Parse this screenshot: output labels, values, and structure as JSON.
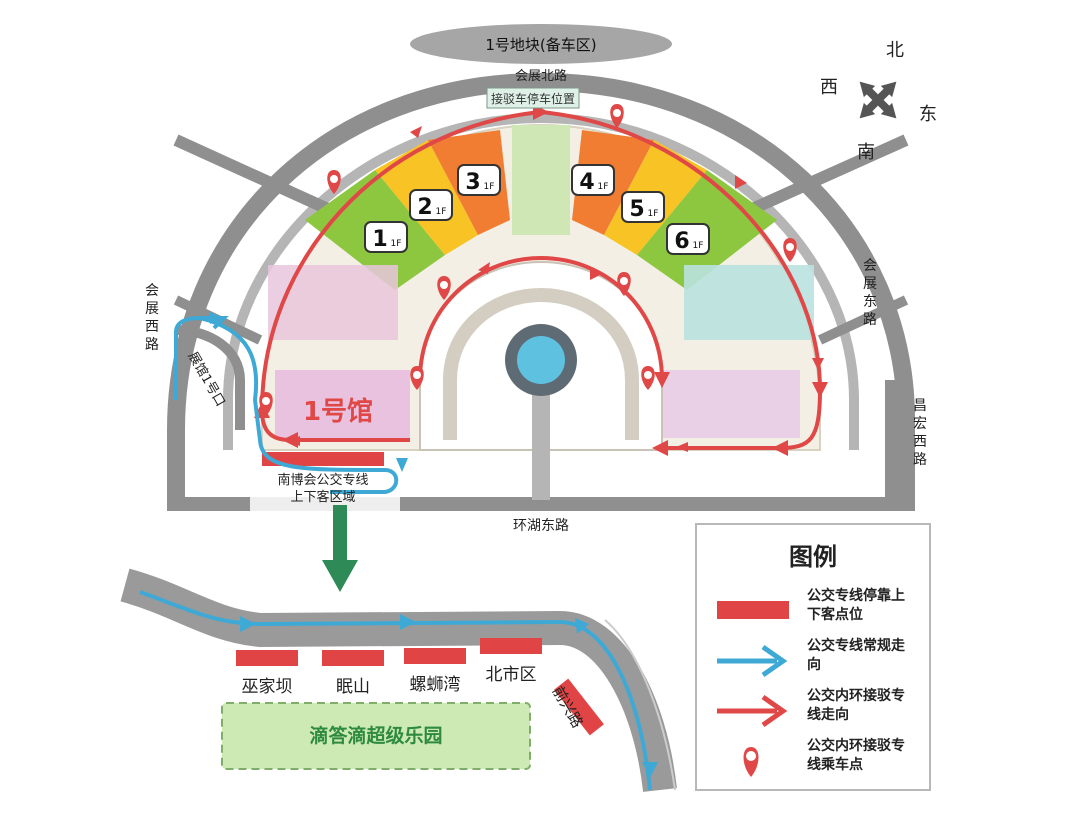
{
  "labels": {
    "parking_block": "1号地块(备车区)",
    "road_north": "会展北路",
    "shuttle_parking": "接驳车停车位置",
    "road_west_chars": [
      "会",
      "展",
      "西",
      "路"
    ],
    "road_east_chars": [
      "会",
      "展",
      "东",
      "路"
    ],
    "road_changhong_chars": [
      "昌",
      "宏",
      "西",
      "路"
    ],
    "road_south": "环湖东路",
    "gate": "展馆1号口",
    "hall_main": "1号馆",
    "bus_zone_line1": "南博会公交专线",
    "bus_zone_line2": "上下客区域",
    "road_qianxing": "前兴路",
    "park": "滴答滴超级乐园"
  },
  "compass": {
    "north": "北",
    "south": "南",
    "east": "东",
    "west": "西"
  },
  "halls": [
    {
      "num": "1",
      "floor": "1F"
    },
    {
      "num": "2",
      "floor": "1F"
    },
    {
      "num": "3",
      "floor": "1F"
    },
    {
      "num": "4",
      "floor": "1F"
    },
    {
      "num": "5",
      "floor": "1F"
    },
    {
      "num": "6",
      "floor": "1F"
    }
  ],
  "stops": [
    "巫家坝",
    "眠山",
    "螺蛳湾",
    "北市区"
  ],
  "legend": {
    "title": "图例",
    "items": [
      {
        "label": "公交专线停靠上下客点位",
        "symbol": "red-bar"
      },
      {
        "label": "公交专线常规走向",
        "symbol": "blue-arrow"
      },
      {
        "label": "公交内环接驳专线走向",
        "symbol": "red-arrow"
      },
      {
        "label": "公交内环接驳专线乘车点",
        "symbol": "pin"
      }
    ]
  },
  "colors": {
    "road": "#8f8f8f",
    "route_red": "#e04848",
    "route_blue": "#3fa9d6",
    "stop_bar": "#e04444",
    "green_arrow": "#2e8b57",
    "hall_green": "#8dc63f",
    "hall_yellow": "#f7c325",
    "hall_orange": "#f07d32",
    "park_fill": "#cdeab4",
    "park_text": "#2e8b3e"
  }
}
